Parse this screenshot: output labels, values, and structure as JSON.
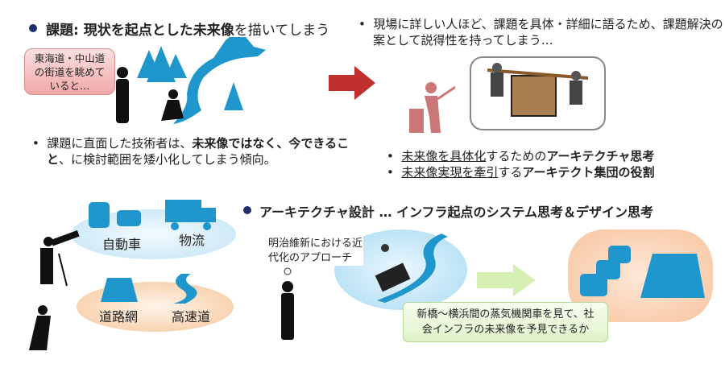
{
  "top_left": {
    "title_bold": "課題: 現状を起点とした未来像",
    "title_rest": "を描いてしまう",
    "callout": "東海道・中山道の街道を眺めていると…",
    "bullet_a": "課題に直面した技術者は、",
    "bullet_b": "未来像ではなく、今できること",
    "bullet_c": "、に検討範囲を矮小化してしまう傾向。"
  },
  "top_right": {
    "bullet": "現場に詳しい人ほど、課題を具体・詳細に語るため、課題解決の案として説得性を持ってしまう…",
    "items": [
      {
        "underlined": "未来像を具体化",
        "plain": "するための",
        "bold": "アーキテクチャ思考"
      },
      {
        "underlined": "未来像実現を牽引",
        "plain": "する",
        "bold": "アーキテクト集団の役割"
      }
    ]
  },
  "bottom": {
    "title": "アーキテクチャ設計 … インフラ起点のシステム思考＆デザイン思考",
    "blue_labels": [
      "自動車",
      "物流"
    ],
    "orange_labels": [
      "道路網",
      "高速道"
    ],
    "meiji": "明治維新における近代化のアプローチ",
    "note": "新橋～横浜間の蒸気機関車を見て、社会インフラの未来像を予見できるか"
  },
  "colors": {
    "accent_blue": "#1f96cc",
    "arrow_red": "#c0302e",
    "bullet_navy": "#1f2f6e"
  }
}
